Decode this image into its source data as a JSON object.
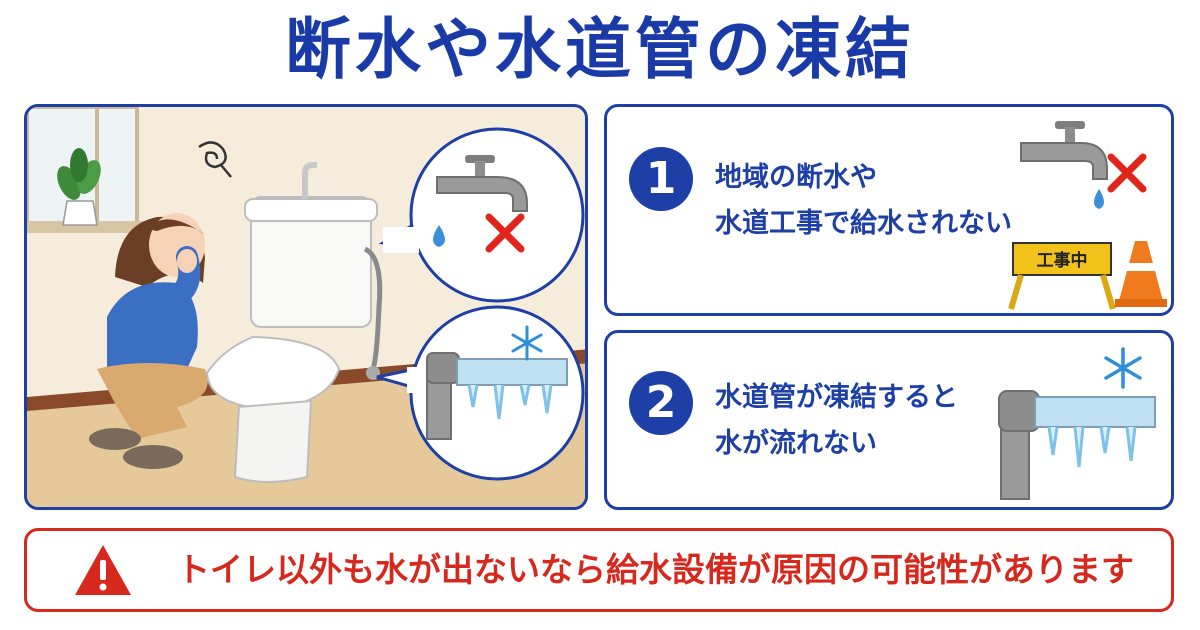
{
  "title": "断水や水道管の凍結",
  "panels": [
    {
      "number": "1",
      "line1": "地域の断水や",
      "line2": "水道工事で給水されない",
      "sign_text": "工事中"
    },
    {
      "number": "2",
      "line1": "水道管が凍結すると",
      "line2": "水が流れない"
    }
  ],
  "warning": {
    "text": "トイレ以外も水が出ないなら給水設備が原因の可能性があります"
  },
  "colors": {
    "brand_blue": "#1d3fa6",
    "title_blue": "#1a3aa8",
    "warning_red": "#d7281e",
    "cross_red": "#e0261c"
  },
  "icons": [
    "faucet-icon",
    "water-drop-icon",
    "cross-icon",
    "frozen-pipe-icon",
    "snowflake-icon",
    "construction-sign-icon",
    "traffic-cone-icon",
    "warning-triangle-icon",
    "confusion-swirl-icon"
  ]
}
